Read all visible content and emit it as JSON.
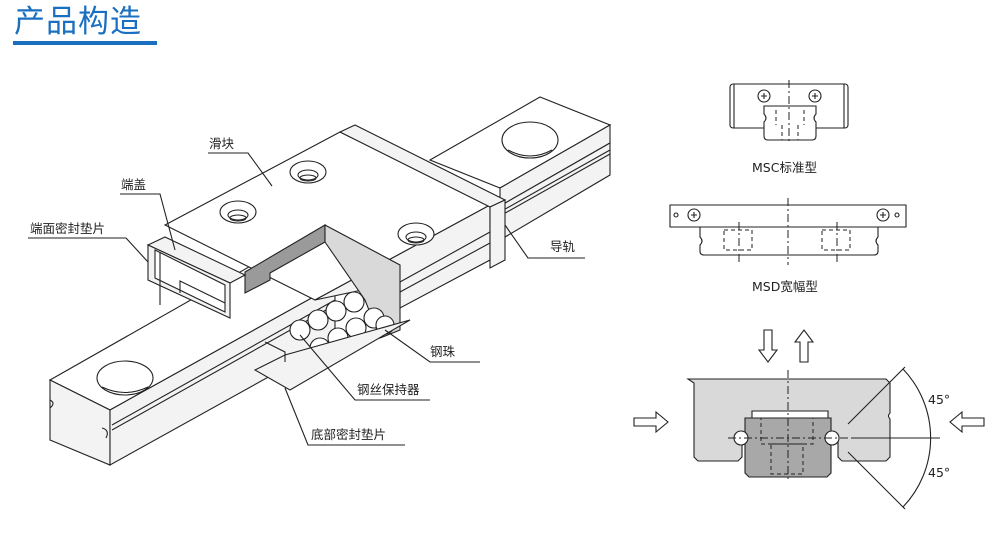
{
  "title": "产品构造",
  "main_drawing": {
    "callouts": {
      "slider": "滑块",
      "end_cap": "端盖",
      "end_seal": "端面密封垫片",
      "rail": "导轨",
      "steel_ball": "钢珠",
      "wire_retainer": "钢丝保持器",
      "bottom_seal": "底部密封垫片"
    }
  },
  "variants": {
    "standard": {
      "caption": "MSC标准型"
    },
    "wide": {
      "caption": "MSD宽幅型"
    }
  },
  "load_diagram": {
    "angle_upper": "45°",
    "angle_lower": "45°",
    "colors": {
      "block": "#d9d9d9",
      "rail": "#a8a8a8"
    }
  },
  "colors": {
    "accent": "#1a6fc0"
  }
}
